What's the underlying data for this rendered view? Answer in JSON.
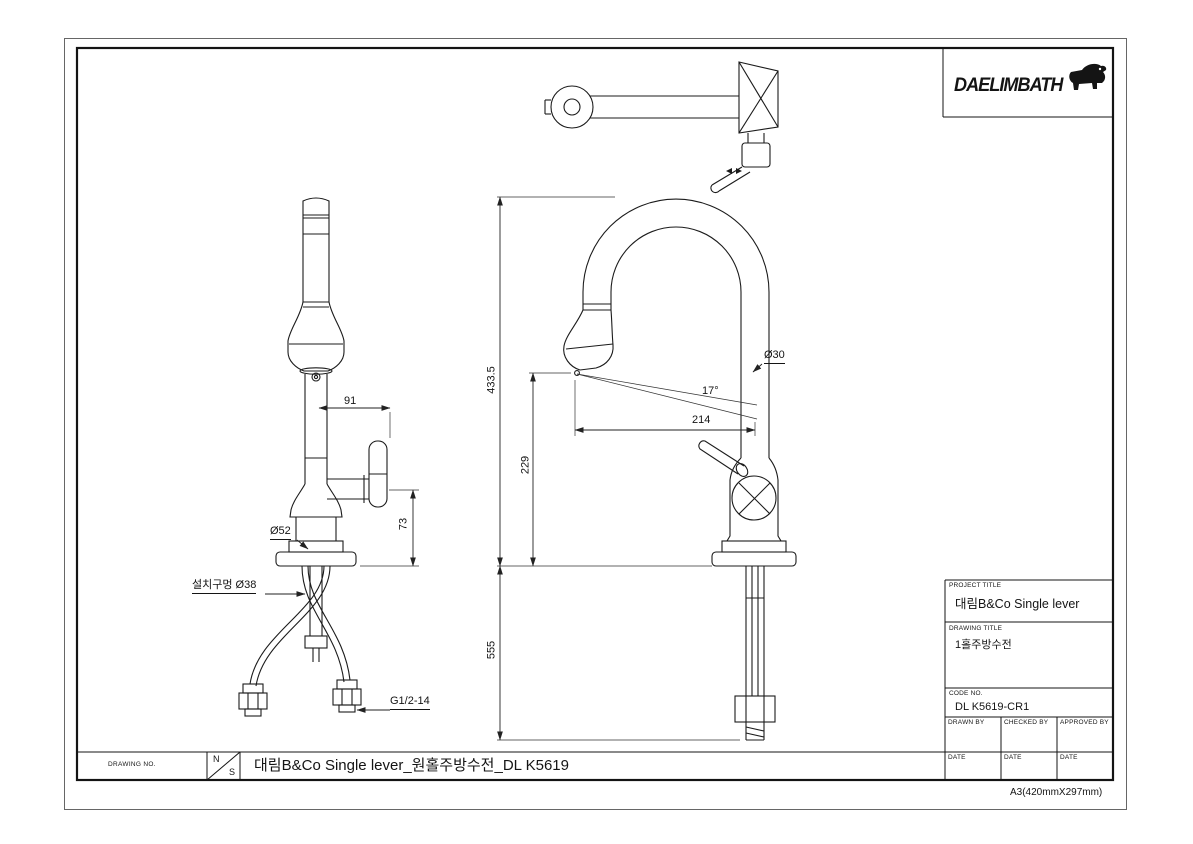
{
  "sheet": {
    "drawing_no_label": "DRAWING NO.",
    "scale_n": "N",
    "scale_s": "S",
    "bottom_title": "대림B&Co Single lever_원홀주방수전_DL K5619",
    "size_label": "A3(420mmX297mm)"
  },
  "logo": {
    "brand": "DAELIMBATH",
    "bear_icon": "polar-bear-icon"
  },
  "title_block": {
    "project_title_label": "PROJECT TITLE",
    "project_title": "대림B&Co Single lever",
    "drawing_title_label": "DRAWING TITLE",
    "drawing_title": "1홀주방수전",
    "code_no_label": "CODE NO.",
    "code_no": "DL K5619-CR1",
    "drawn_by_label": "DRAWN BY",
    "checked_by_label": "CHECKED BY",
    "approved_by_label": "APPROVED BY",
    "date_label": "DATE"
  },
  "dims": {
    "front": {
      "handle_reach": "91",
      "handle_height": "73",
      "base_dia": "Ø52",
      "install_hole": "설치구멍 Ø38",
      "thread": "G1/2-14"
    },
    "side": {
      "total_height": "433.5",
      "outlet_height": "229",
      "under_counter": "555",
      "spray_angle": "17°",
      "spout_reach": "214",
      "riser_dia": "Ø30"
    }
  },
  "colors": {
    "line": "#1b1b1b",
    "dim_line": "#333333",
    "paper": "#ffffff"
  }
}
